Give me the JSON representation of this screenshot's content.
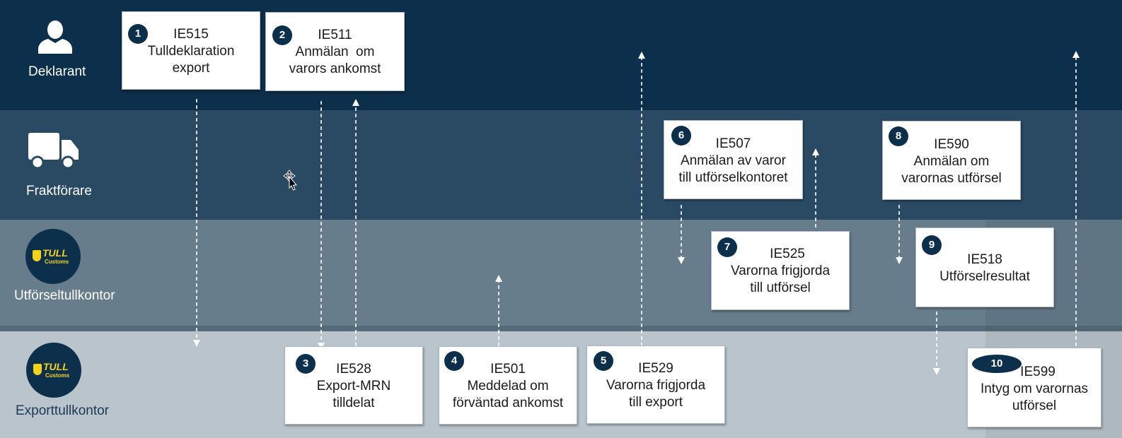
{
  "lanes": [
    {
      "id": "deklarant",
      "label": "Deklarant",
      "icon": "person-icon",
      "color": "#0c2f4b"
    },
    {
      "id": "fraktforare",
      "label": "Fraktförare",
      "icon": "truck-icon",
      "color": "#2a4a63"
    },
    {
      "id": "utforseltullkontor",
      "label": "Utförseltullkontor",
      "icon": "tull-customs-logo",
      "color": "#677d8c"
    },
    {
      "id": "exporttullkontor",
      "label": "Exporttullkontor",
      "icon": "tull-customs-logo",
      "color": "#b9c4cc"
    }
  ],
  "logo_text": {
    "tull": "TULL",
    "customs": "Customs"
  },
  "messages": [
    {
      "num": "1",
      "code": "IE515",
      "lines": [
        "Tulldeklaration",
        "export"
      ]
    },
    {
      "num": "2",
      "code": "IE511",
      "lines": [
        "Anmälan  om",
        "varors ankomst"
      ]
    },
    {
      "num": "3",
      "code": "IE528",
      "lines": [
        "Export-MRN",
        "tilldelat"
      ]
    },
    {
      "num": "4",
      "code": "IE501",
      "lines": [
        "Meddelad om",
        "förväntad ankomst"
      ]
    },
    {
      "num": "5",
      "code": "IE529",
      "lines": [
        "Varorna frigjorda",
        "till export"
      ]
    },
    {
      "num": "6",
      "code": "IE507",
      "lines": [
        "Anmälan av varor",
        "till utförselkontoret"
      ]
    },
    {
      "num": "7",
      "code": "IE525",
      "lines": [
        "Varorna frigjorda",
        "till utförsel"
      ]
    },
    {
      "num": "8",
      "code": "IE590",
      "lines": [
        "Anmälan om",
        "varornas utförsel"
      ]
    },
    {
      "num": "9",
      "code": "IE518",
      "lines": [
        "Utförselresultat"
      ]
    },
    {
      "num": "10",
      "code": "IE599",
      "lines": [
        "Intyg om varornas",
        "utförsel"
      ]
    }
  ]
}
